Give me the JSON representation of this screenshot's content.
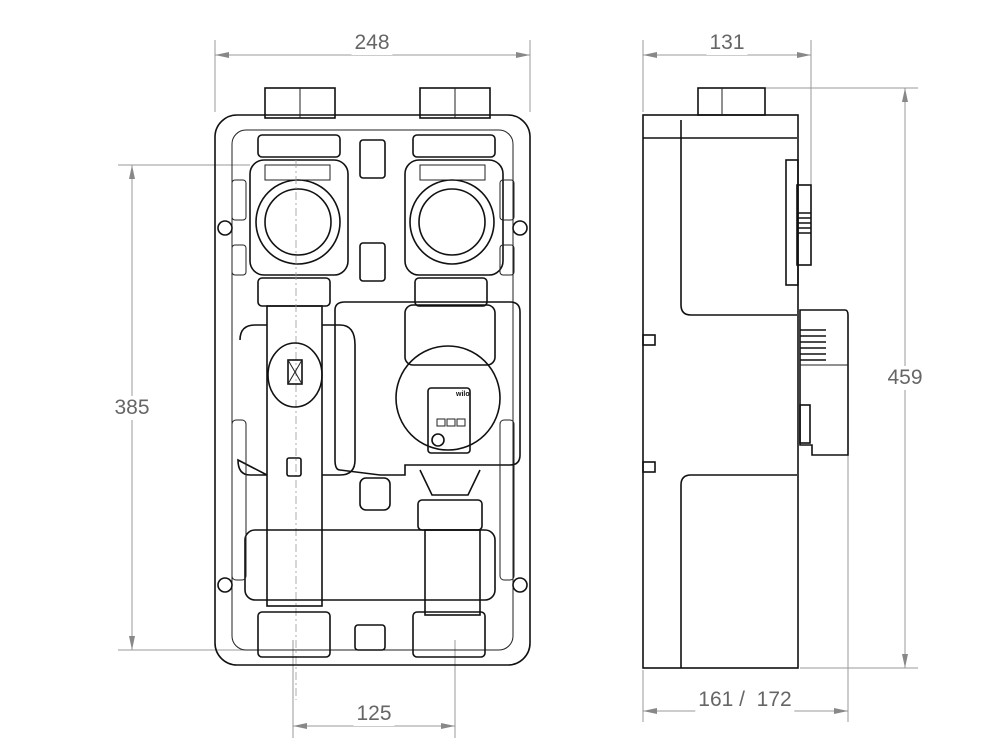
{
  "drawing": {
    "front_view": {
      "width_label": "248",
      "height_label": "385",
      "pipe_spacing_label": "125",
      "pump_brand": "wilo"
    },
    "side_view": {
      "depth_label": "131",
      "height_label": "459",
      "depth_variants_label": "161 /  172"
    },
    "colors": {
      "dimension": "#999999",
      "outline": "#111111"
    }
  }
}
